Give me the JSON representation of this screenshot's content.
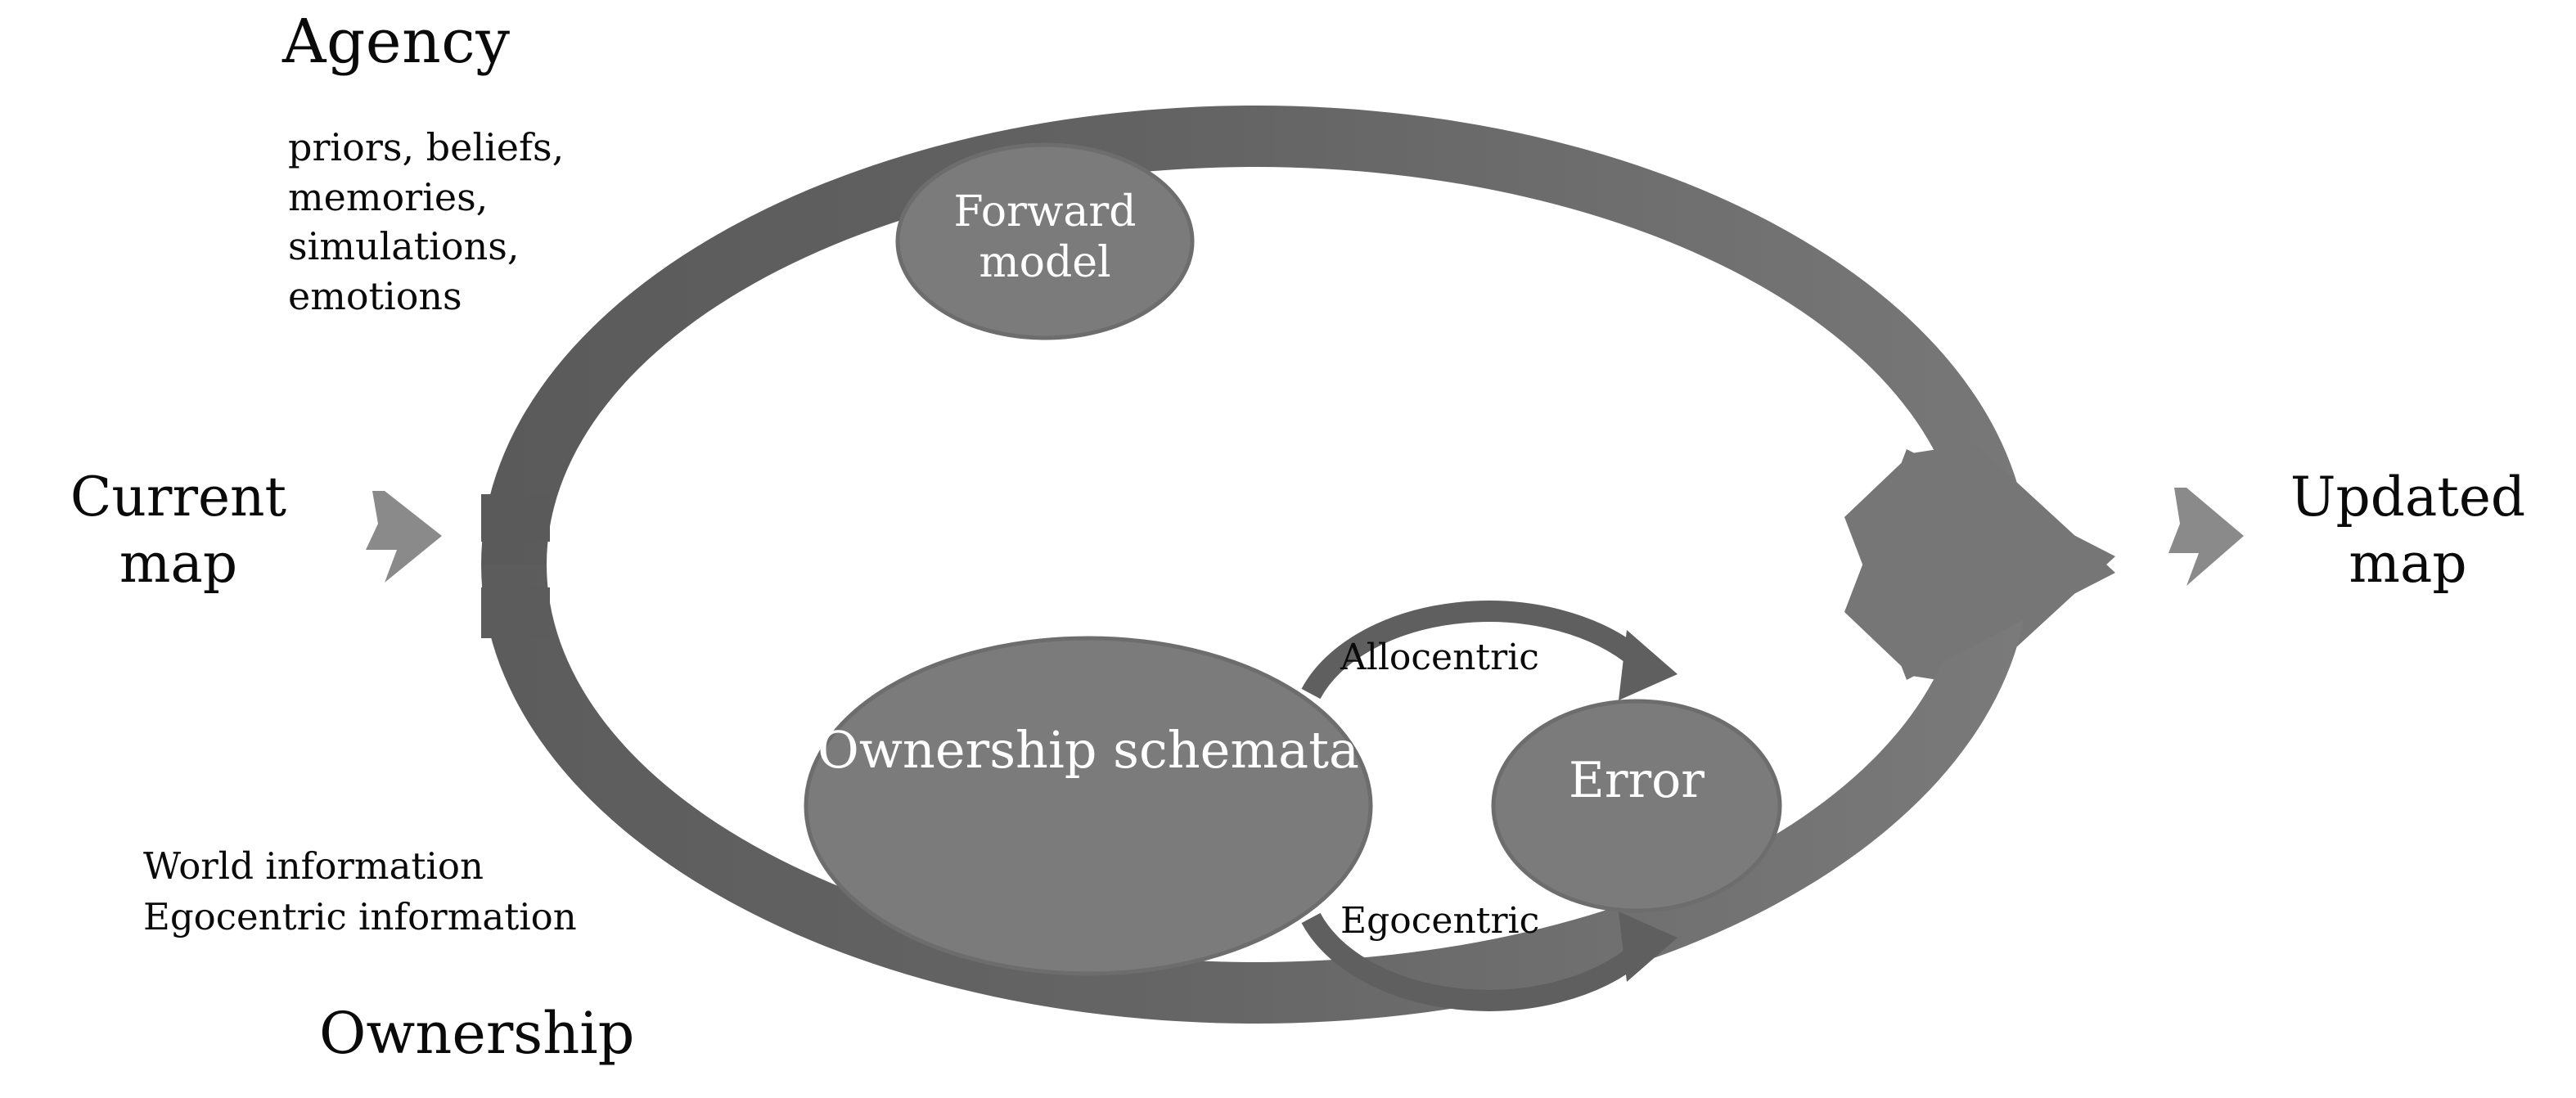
{
  "figure": {
    "title": "Agency and Ownership loop updating the map",
    "background_color": "#ffffff"
  },
  "labels": {
    "agency_heading": "Agency",
    "agency_list": "priors, beliefs,\nmemories,\nsimulations,\nemotions",
    "ownership_heading": "Ownership",
    "world_information": "World information",
    "egocentric_information": "Egocentric information",
    "current_map": "Current\nmap",
    "updated_map": "Updated\nmap"
  },
  "nodes": [
    {
      "id": "forward-model",
      "label": "Forward\nmodel",
      "fill": "#7b7b7b",
      "stroke": "#6a6a6a",
      "text_color": "#ffffff"
    },
    {
      "id": "ownership-schemata",
      "label": "Ownership\nschemata",
      "fill": "#7b7b7b",
      "stroke": "#6a6a6a",
      "text_color": "#ffffff"
    },
    {
      "id": "error",
      "label": "Error",
      "fill": "#7b7b7b",
      "stroke": "#6a6a6a",
      "text_color": "#ffffff"
    }
  ],
  "arcs": [
    {
      "id": "allocentric-arc",
      "label": "Allocentric",
      "direction": "left-to-right",
      "position": "above",
      "color": "#5f5f5f"
    },
    {
      "id": "egocentric-arc",
      "label": "Egocentric",
      "direction": "left-to-right",
      "position": "below",
      "color": "#5f5f5f"
    }
  ],
  "flow": {
    "input_chevron": "current-map-chevron",
    "output_chevron": "updated-map-chevron",
    "ring_description": "Two curved arrow bands forming an ellipse, both converging into arrowheads on the right",
    "upper_band_name": "agency-band",
    "lower_band_name": "ownership-band"
  },
  "colors": {
    "band_dark": "#5d5d5d",
    "band_mid": "#6a6a6a",
    "band_light": "#767676",
    "node_fill": "#7b7b7b",
    "node_stroke": "#6a6a6a",
    "chevron": "#8a8a8a",
    "text": "#0a0a0a",
    "node_text": "#ffffff"
  }
}
